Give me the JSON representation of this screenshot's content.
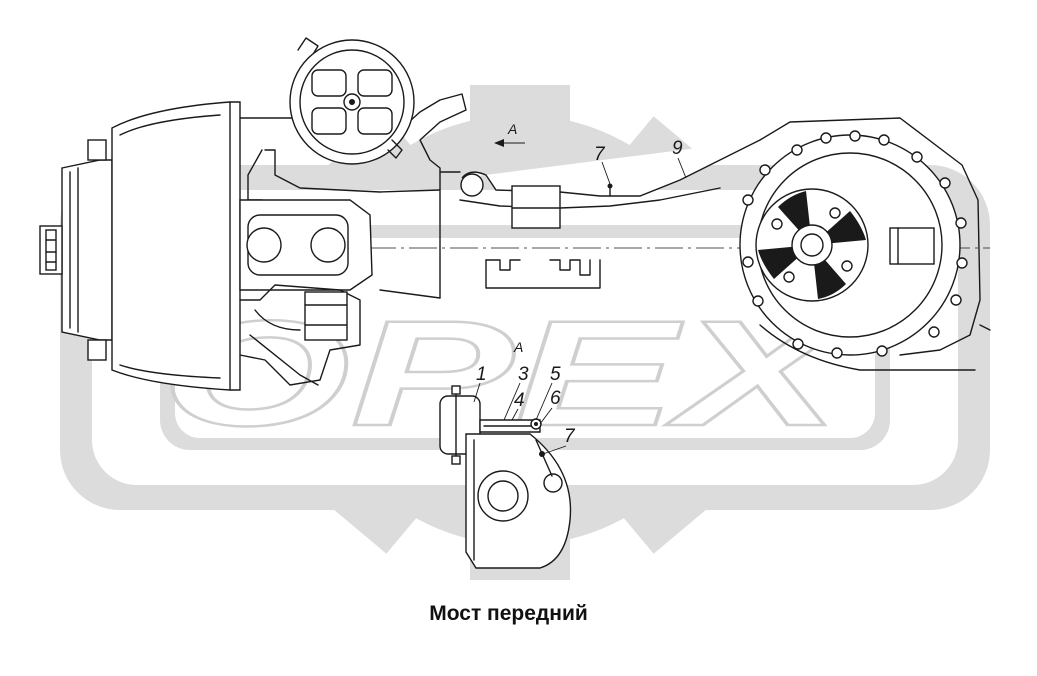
{
  "caption": "Мост передний",
  "watermark": "OPEX",
  "view_labels": [
    "A",
    "A"
  ],
  "callouts_main": [
    "7",
    "9"
  ],
  "callouts_detail": [
    "1",
    "3",
    "4",
    "5",
    "6",
    "7"
  ],
  "colors": {
    "line": "#1a1a1a",
    "watermark": "#dcdcdc",
    "background": "#ffffff"
  }
}
